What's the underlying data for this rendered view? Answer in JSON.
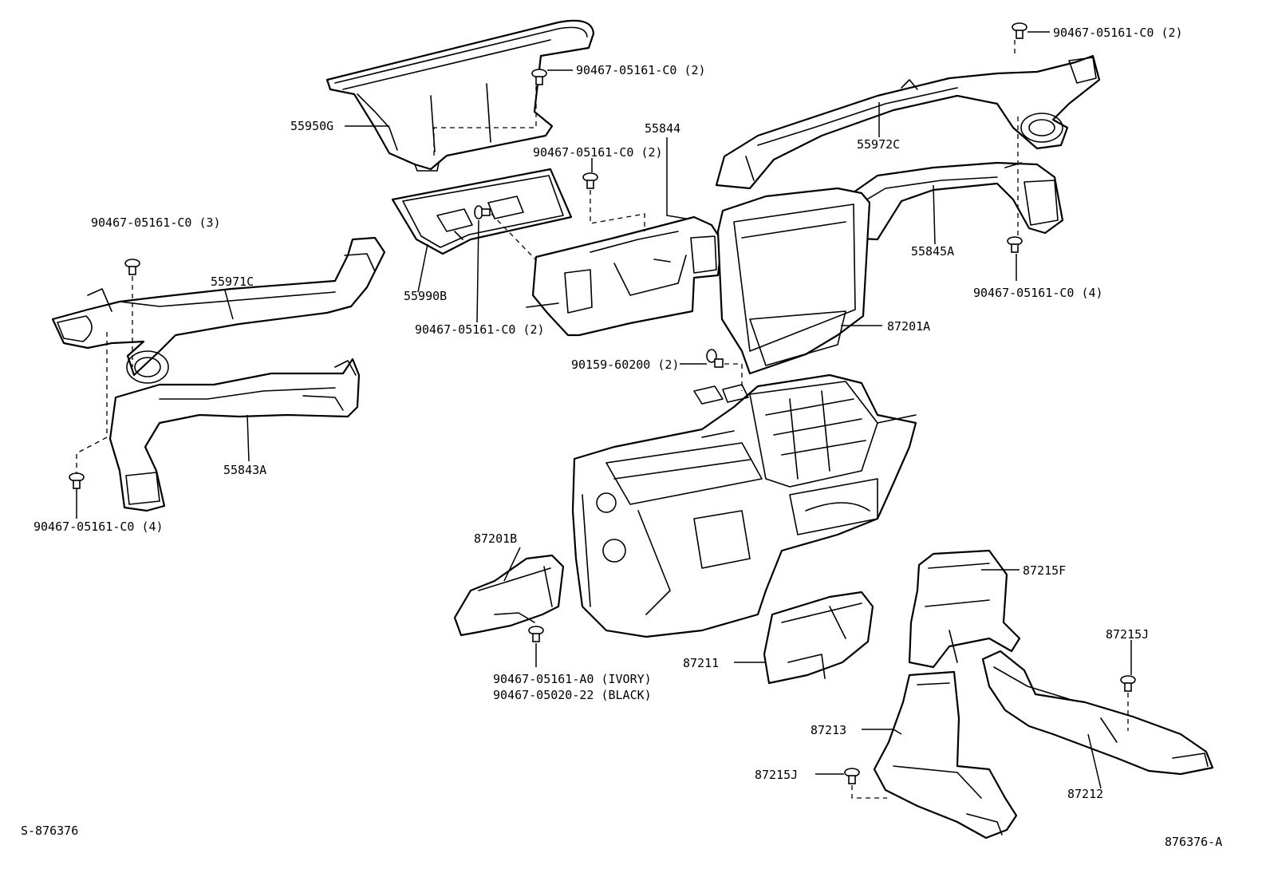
{
  "labels": {
    "p55950G": "55950G",
    "s_55950G": "90467-05161-C0 (2)",
    "p55844": "55844",
    "s_55844": "90467-05161-C0 (2)",
    "p55990B": "55990B",
    "s_55990B": "90467-05161-C0 (2)",
    "s_55971C": "90467-05161-C0 (3)",
    "p55971C": "55971C",
    "p55843A": "55843A",
    "s_55843A": "90467-05161-C0 (4)",
    "s_55972C": "90467-05161-C0 (2)",
    "p55972C": "55972C",
    "p55845A": "55845A",
    "s_55845A": "90467-05161-C0 (4)",
    "p87201A": "87201A",
    "s_87201A": "90159-60200 (2)",
    "p87201B": "87201B",
    "s_87201B_ivory": "90467-05161-A0 (IVORY)",
    "s_87201B_black": "90467-05020-22 (BLACK)",
    "p87215F": "87215F",
    "p87215J_right": "87215J",
    "p87211": "87211",
    "p87213": "87213",
    "p87215J_left": "87215J",
    "p87212": "87212",
    "ref_left": "S-876376",
    "ref_right": "876376-A"
  }
}
